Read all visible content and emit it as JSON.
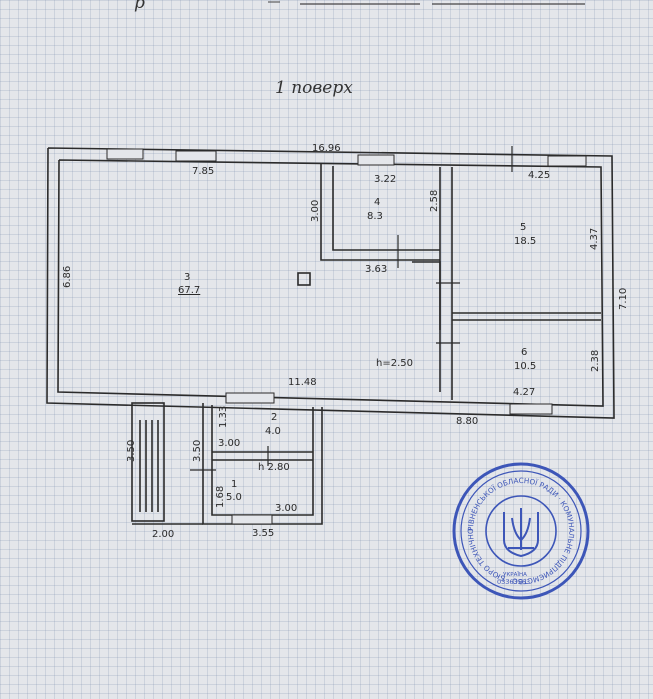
{
  "title": "1 поверх",
  "header_fragment": "р",
  "dimensions": {
    "top_overall": "16.96",
    "room3_top": "7.85",
    "room3_left": "6.86",
    "room3_right": "3.00",
    "room3_bottom": "11.48",
    "room4_top": "3.22",
    "room4_right": "2.58",
    "room4_bottom": "3.63",
    "room5_top": "4.25",
    "room5_right": "4.37",
    "room6_bottom": "4.27",
    "room6_right": "2.38",
    "right_overall": "7.10",
    "bottom_right": "8.80",
    "ceiling_height_main": "h=2.50",
    "room2_left": "1.33",
    "room2_bottom": "3.00",
    "porch_left": "3.50",
    "annex_left": "3.50",
    "ceiling_height_annex": "h 2.80",
    "room1_left": "1.68",
    "room1_bottom": "3.00",
    "annex_bottom": "3.55",
    "porch_bottom": "2.00"
  },
  "rooms": [
    {
      "number": "3",
      "area": "67.7"
    },
    {
      "number": "4",
      "area": "8.3"
    },
    {
      "number": "5",
      "area": "18.5"
    },
    {
      "number": "6",
      "area": "10.5"
    },
    {
      "number": "2",
      "area": "4.0"
    },
    {
      "number": "1",
      "area": "5.0"
    }
  ],
  "stamp": {
    "ring_text": "РІВНЕНСЬКОЇ ОБЛАСНОЇ РАДИ · КОМУНАЛЬНЕ ПІДПРИЄМСТВО · БЮРО ТЕХНІЧНОЇ ІНВЕНТАРИЗАЦІЇ",
    "code": "03363563",
    "country": "УКРАЇНА",
    "color": "#3d56b8"
  },
  "colors": {
    "wall": "#2b2b2b",
    "paper": "#e4e6ea",
    "grid": "#8c9cb4"
  }
}
